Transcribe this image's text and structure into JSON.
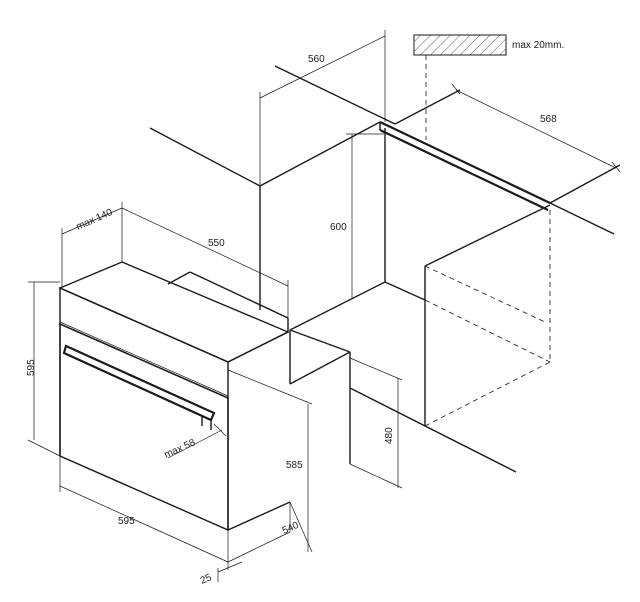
{
  "dimensions": {
    "d560": "560",
    "d568": "568",
    "d600": "600",
    "dmax140": "max 140",
    "d550": "550",
    "d595_height": "595",
    "d480": "480",
    "d585": "585",
    "d540": "540",
    "d595_width": "595",
    "d25": "25",
    "dmax58": "max 58"
  },
  "legend": {
    "hatch_label": "max 20mm."
  },
  "colors": {
    "line": "#1a1a1a",
    "background": "#ffffff"
  }
}
